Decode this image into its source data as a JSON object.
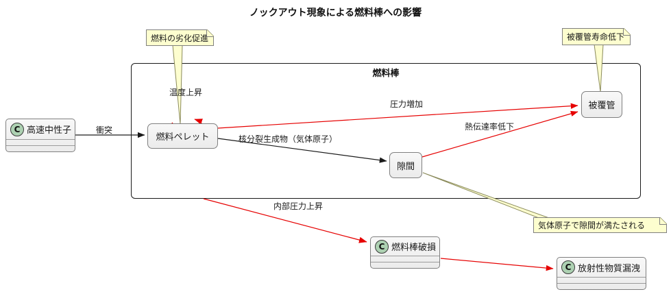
{
  "title": "ノックアウト現象による燃料棒への影響",
  "frame": {
    "label": "燃料棒"
  },
  "nodes": {
    "fast_neutron": {
      "type": "class",
      "stereotype": "C",
      "label": "高速中性子"
    },
    "fuel_pellet": {
      "type": "box",
      "label": "燃料ペレット"
    },
    "gap": {
      "type": "box",
      "label": "隙間"
    },
    "cladding": {
      "type": "box",
      "label": "被覆管"
    },
    "fuel_rod_damage": {
      "type": "class",
      "stereotype": "C",
      "label": "燃料棒破損"
    },
    "radioactive_leak": {
      "type": "class",
      "stereotype": "C",
      "label": "放射性物質漏洩"
    }
  },
  "notes": {
    "fuel_degradation": {
      "text": "燃料の劣化促進"
    },
    "cladding_life": {
      "text": "被覆管寿命低下"
    },
    "gas_fills_gap": {
      "text": "気体原子で隙間が満たされる"
    }
  },
  "edges": {
    "collision": {
      "from": "fast_neutron",
      "to": "fuel_pellet",
      "label": "衝突",
      "color": "#1a1a1a"
    },
    "temperature_rise": {
      "from": "fuel_pellet",
      "to": "fuel_pellet",
      "label": "温度上昇",
      "color": "#E60000"
    },
    "pressure_increase": {
      "from": "fuel_pellet",
      "to": "cladding",
      "label": "圧力増加",
      "color": "#E60000"
    },
    "fission_products": {
      "from": "fuel_pellet",
      "to": "gap",
      "label": "核分裂生成物（気体原子）",
      "color": "#1a1a1a"
    },
    "heat_transfer_drop": {
      "from": "gap",
      "to": "cladding",
      "label": "熱伝達率低下",
      "color": "#E60000"
    },
    "internal_pressure_rise": {
      "from": "fuel_rod",
      "to": "fuel_rod_damage",
      "label": "内部圧力上昇",
      "color": "#E60000"
    },
    "damage_to_leak": {
      "from": "fuel_rod_damage",
      "to": "radioactive_leak",
      "label": "",
      "color": "#E60000"
    }
  },
  "colors": {
    "arrow_red": "#E60000",
    "arrow_black": "#1a1a1a",
    "note_fill": "#FDFECF",
    "note_border": "#7f7f7f",
    "node_fill": "#F1F1F1",
    "node_border": "#7f7f7f",
    "class_circle_fill": "#ADD1B2",
    "frame_border": "#181818"
  }
}
